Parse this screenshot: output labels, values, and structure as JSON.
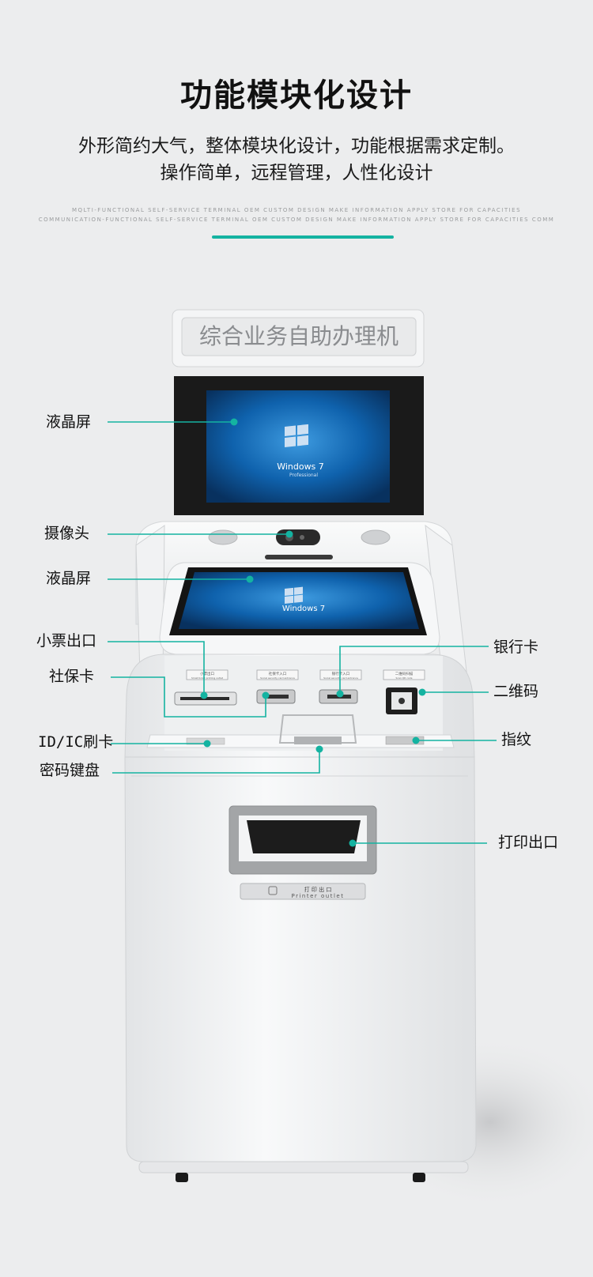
{
  "header": {
    "title": "功能模块化设计",
    "subtitle_line1": "外形简约大气，整体模块化设计，功能根据需求定制。",
    "subtitle_line2": "操作简单，远程管理，人性化设计",
    "tiny_line1": "MQLTI-FUNCTIONAL SELF-SERVICE TERMINAL OEM CUSTOM DESIGN MAKE INFORMATION APPLY STORE FOR CAPACITIES",
    "tiny_line2": "COMMUNICATION-FUNCTIONAL SELF-SERVICE TERMINAL OEM CUSTOM DESIGN MAKE INFORMATION APPLY STORE FOR CAPACITIES COMM"
  },
  "kiosk": {
    "sign_text": "综合业务自助办理机",
    "os_name": "Windows 7",
    "os_edition": "Professional",
    "slot_labels": [
      "小票出口",
      "社保卡入口",
      "银行卡入口",
      "二维码扫描"
    ],
    "slot_sublabels": [
      "Small ticket printing outlet",
      "Social security card entrance",
      "Social security card entrance",
      "Scan QR code"
    ],
    "printer_label_cn": "打 印 出 口",
    "printer_label_en": "Printer outlet"
  },
  "callouts": {
    "lcd_top": "液晶屏",
    "camera": "摄像头",
    "lcd_bottom": "液晶屏",
    "receipt_outlet": "小票出口",
    "social_card": "社保卡",
    "id_ic_card": "ID/IC刷卡",
    "pin_pad": "密码键盘",
    "bank_card": "银行卡",
    "qr_code": "二维码",
    "fingerprint": "指纹",
    "print_outlet": "打印出口"
  },
  "colors": {
    "accent": "#14b3a1",
    "background": "#ecedee",
    "screen_blue": "#0d5ea8"
  }
}
